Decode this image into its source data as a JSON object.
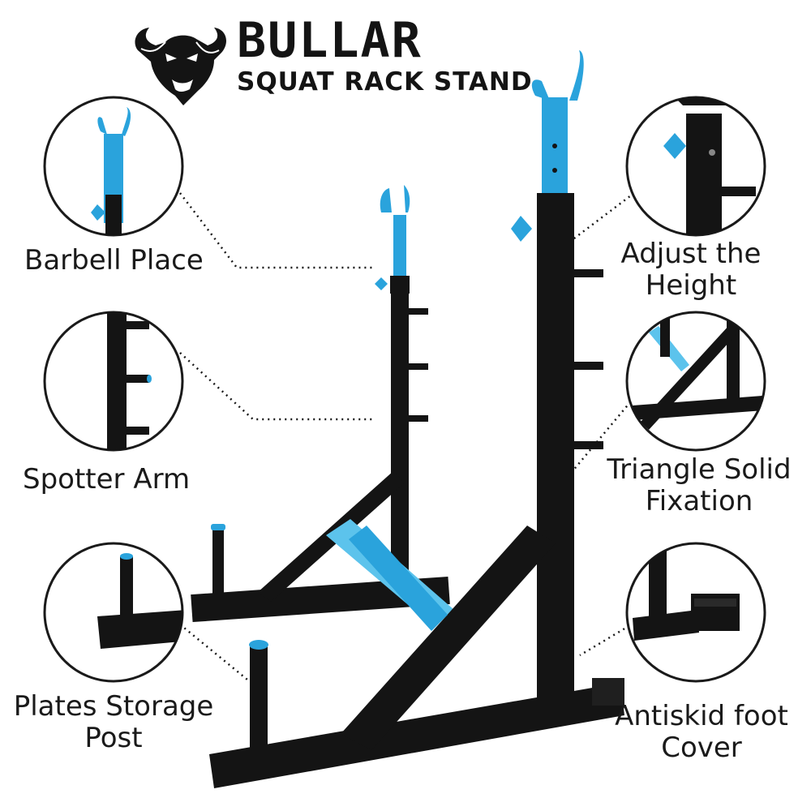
{
  "brand": {
    "name": "BULLAR",
    "subtitle": "SQUAT RACK STAND"
  },
  "colors": {
    "frame": "#141414",
    "accent": "#2aa3dc",
    "accent_light": "#5cc3ec",
    "text": "#1a1a1a"
  },
  "icons": {
    "logo": "bull-head-icon"
  },
  "features": {
    "barbell_place": "Barbell Place",
    "spotter_arm": "Spotter Arm",
    "plates_storage_line1": "Plates Storage",
    "plates_storage_line2": "Post",
    "adjust_height_line1": "Adjust the",
    "adjust_height_line2": "Height",
    "triangle_line1": "Triangle Solid",
    "triangle_line2": "Fixation",
    "antiskid_line1": "Antiskid foot",
    "antiskid_line2": "Cover"
  }
}
